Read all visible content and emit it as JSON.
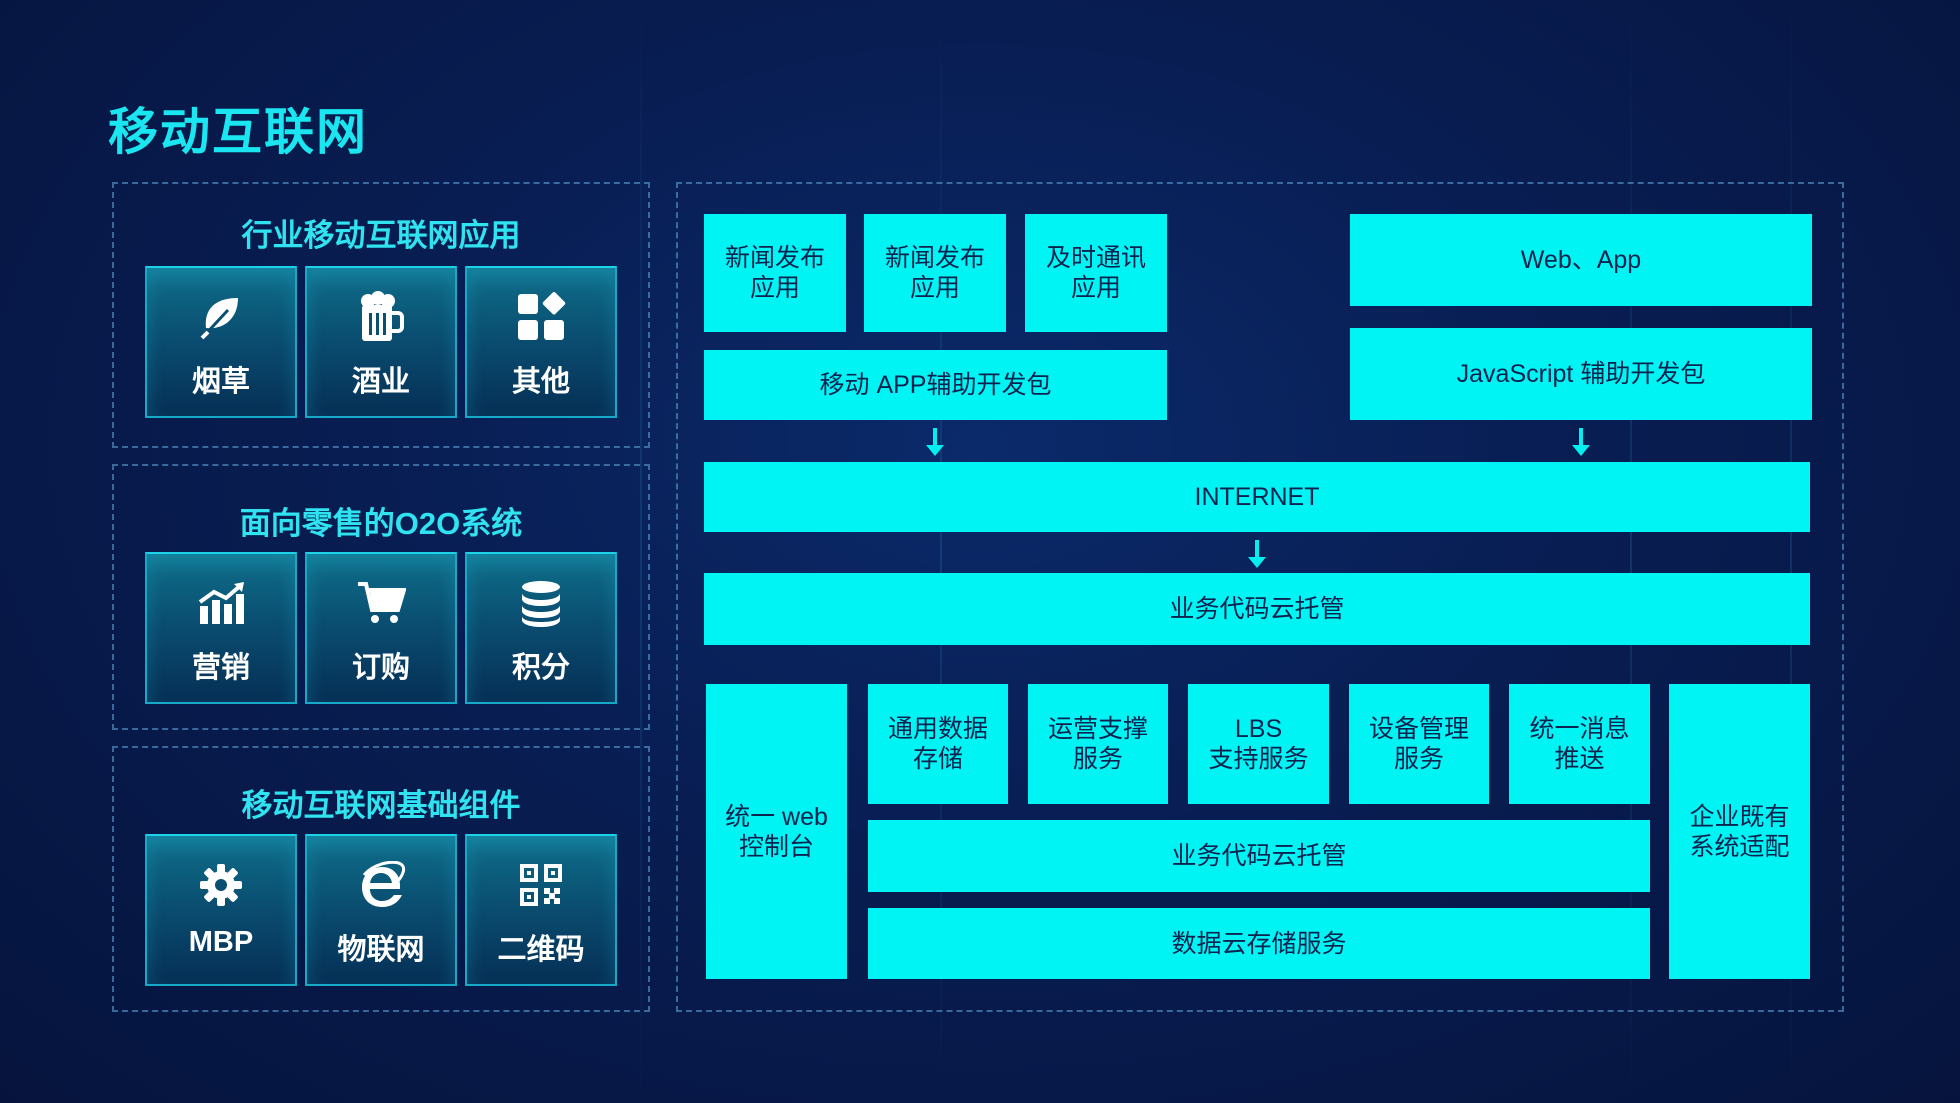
{
  "page_title": "移动互联网",
  "left": {
    "panels": [
      {
        "title": "行业移动互联网应用",
        "tiles": [
          {
            "label": "烟草",
            "icon": "leaf-icon"
          },
          {
            "label": "酒业",
            "icon": "beer-mug-icon"
          },
          {
            "label": "其他",
            "icon": "apps-grid-icon"
          }
        ]
      },
      {
        "title": "面向零售的O2O系统",
        "tiles": [
          {
            "label": "营销",
            "icon": "growth-chart-icon"
          },
          {
            "label": "订购",
            "icon": "shopping-cart-icon"
          },
          {
            "label": "积分",
            "icon": "coin-stack-icon"
          }
        ]
      },
      {
        "title": "移动互联网基础组件",
        "tiles": [
          {
            "label": "MBP",
            "icon": "gear-icon"
          },
          {
            "label": "物联网",
            "icon": "internet-explorer-icon"
          },
          {
            "label": "二维码",
            "icon": "qr-code-icon"
          }
        ]
      }
    ]
  },
  "arch": {
    "apps": [
      "新闻发布\n应用",
      "新闻发布\n应用",
      "及时通讯\n应用"
    ],
    "mobile_sdk": "移动 APP辅助开发包",
    "web_app": "Web、App",
    "js_sdk": "JavaScript 辅助开发包",
    "internet": "INTERNET",
    "cloud_hosting": "业务代码云托管",
    "console": "统一 web\n控制台",
    "services": [
      "通用数据\n存储",
      "运营支撑\n服务",
      "LBS\n支持服务",
      "设备管理\n服务",
      "统一消息\n推送"
    ],
    "cloud_hosting_2": "业务代码云托管",
    "cloud_storage": "数据云存储服务",
    "enterprise": "企业既有\n系统适配"
  },
  "colors": {
    "accent": "#00f4f4",
    "title": "#19e6f0",
    "background": "#081d52"
  }
}
